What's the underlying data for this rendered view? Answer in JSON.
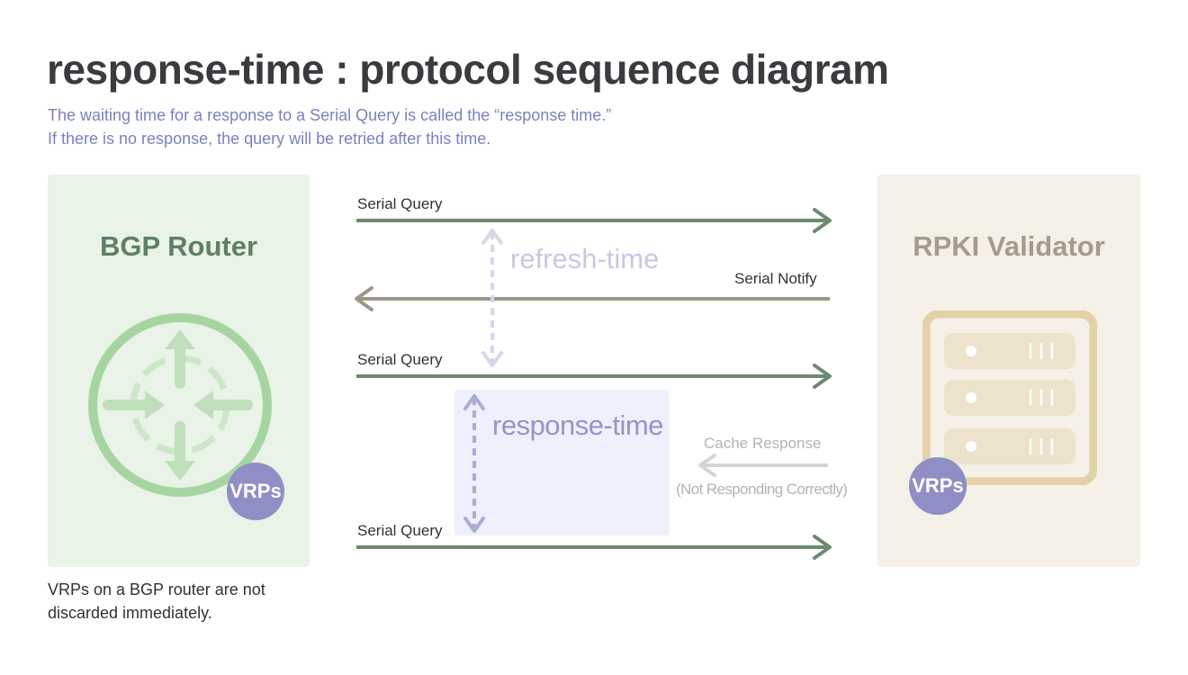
{
  "title": "response-time : protocol sequence diagram",
  "subtitle": {
    "line1": "The waiting time for a response to a Serial Query is called the “response time.”",
    "line2": "If there is no response, the query will be retried after this time."
  },
  "bgp_router": {
    "title": "BGP Router",
    "badge": "VRPs",
    "icon": "router-icon",
    "note_line1": "VRPs on a BGP router are not",
    "note_line2": "discarded immediately."
  },
  "rpki_validator": {
    "title": "RPKI Validator",
    "badge": "VRPs",
    "icon": "server-icon"
  },
  "messages": [
    {
      "label": "Serial Query",
      "direction": "router-to-validator"
    },
    {
      "label": "Serial Notify",
      "direction": "validator-to-router"
    },
    {
      "label": "Serial Query",
      "direction": "router-to-validator"
    },
    {
      "label": "Cache Response",
      "sublabel": "(Not Responding Correctly)",
      "direction": "validator-to-router",
      "state": "faded"
    },
    {
      "label": "Serial Query",
      "direction": "router-to-validator"
    }
  ],
  "timers": {
    "refresh": "refresh-time",
    "response": "response-time"
  },
  "colors": {
    "query_arrow": "#6b8a6f",
    "notify_arrow": "#9c9785",
    "faded_arrow": "#d4d4d4",
    "bgp_panel": "#e9f3e7",
    "rpki_panel": "#f5f1e8",
    "badge": "#8f8fc6",
    "subtitle": "#7b80bf"
  }
}
